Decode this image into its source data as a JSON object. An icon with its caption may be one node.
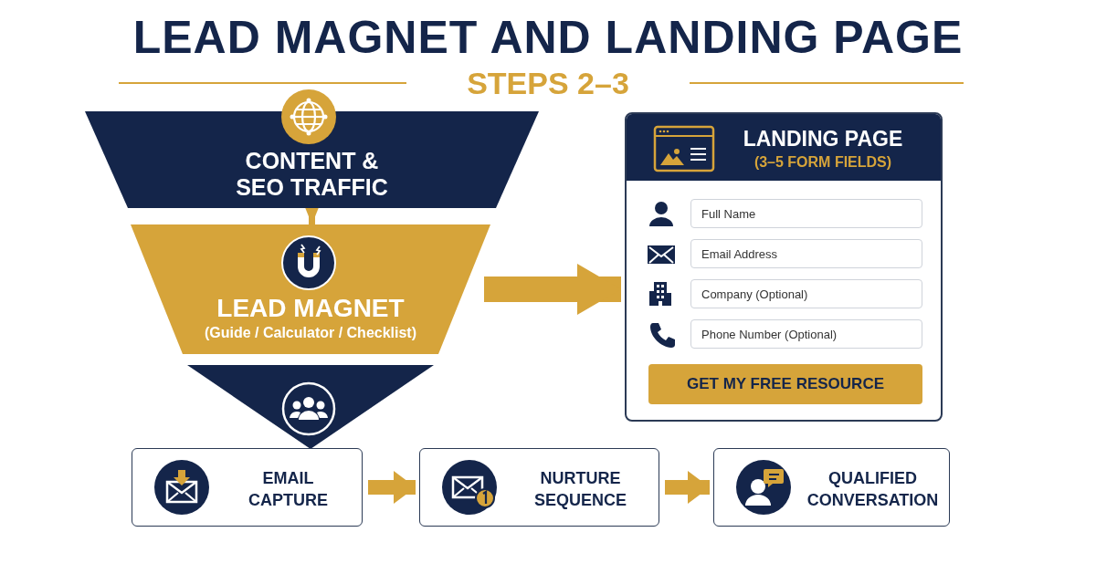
{
  "diagram": {
    "title": "LEAD MAGNET AND LANDING PAGE",
    "nodes": [
      {
        "text": [
          "CONTENT & SEO TRAFFIC"
        ]
      },
      {
        "text": [
          "LEAD MAGNET",
          "(Guide / Calculator / Checklist)"
        ]
      },
      {
        "text": [],
        "shape": "triangle"
      },
      {
        "text": [
          "LANDING PAGE",
          "(3–5 FORM FIELDS)"
        ]
      },
      {
        "text": [
          "Full Name"
        ],
        "in": 3
      },
      {
        "text": [
          "Email Address"
        ],
        "in": 3
      },
      {
        "text": [
          "Company (Optional)"
        ],
        "in": 3
      },
      {
        "text": [
          "Phone Number (Optional)"
        ],
        "in": 3
      },
      {
        "text": [
          "GET MY FREE RESOURCE"
        ],
        "in": 3
      },
      {
        "text": [
          "EMAIL CAPTURE"
        ]
      },
      {
        "text": [
          "NURTURE SEQUENCE"
        ]
      },
      {
        "text": [
          "QUALIFIED CONVERSATION"
        ]
      }
    ],
    "edges": [
      {
        "from": 0,
        "to": 1,
        "arrow": "to"
      },
      {
        "from": 1,
        "to": 3,
        "arrow": "to"
      },
      {
        "from": 9,
        "to": 10,
        "arrow": "to"
      },
      {
        "from": 10,
        "to": 11,
        "arrow": "to"
      }
    ],
    "labels": [
      "STEPS 2–3"
    ]
  }
}
